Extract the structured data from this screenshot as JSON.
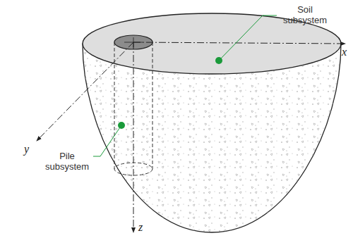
{
  "diagram": {
    "labels": [
      "Soil subsystem",
      "Pile subsystem",
      "x",
      "y",
      "z"
    ]
  }
}
